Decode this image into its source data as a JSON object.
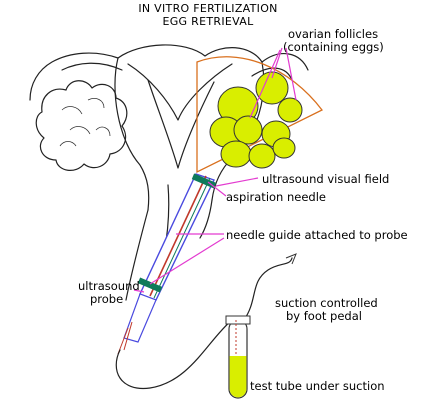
{
  "title": {
    "line1": "IN VITRO FERTILIZATION",
    "line2": "EGG RETRIEVAL"
  },
  "labels": {
    "ovarian_follicles_line1": "ovarian follicles",
    "ovarian_follicles_line2": "(containing eggs)",
    "ultrasound_visual_field": "ultrasound visual field",
    "aspiration_needle": "aspiration needle",
    "needle_guide": "needle guide attached to probe",
    "ultrasound_probe_line1": "ultrasound",
    "ultrasound_probe_line2": "probe",
    "suction_line1": "suction controlled",
    "suction_line2": "by foot pedal",
    "test_tube": "test tube under suction"
  },
  "colors": {
    "follicle_fill": "#d9ee00",
    "pointer_lines": "#e33bd0",
    "visual_field": "#d9701e",
    "probe_body": "#4a4adf",
    "needle": "#c0392b",
    "guide_clips": "#0f7a5a",
    "tube_fluid": "#d9ee00"
  }
}
